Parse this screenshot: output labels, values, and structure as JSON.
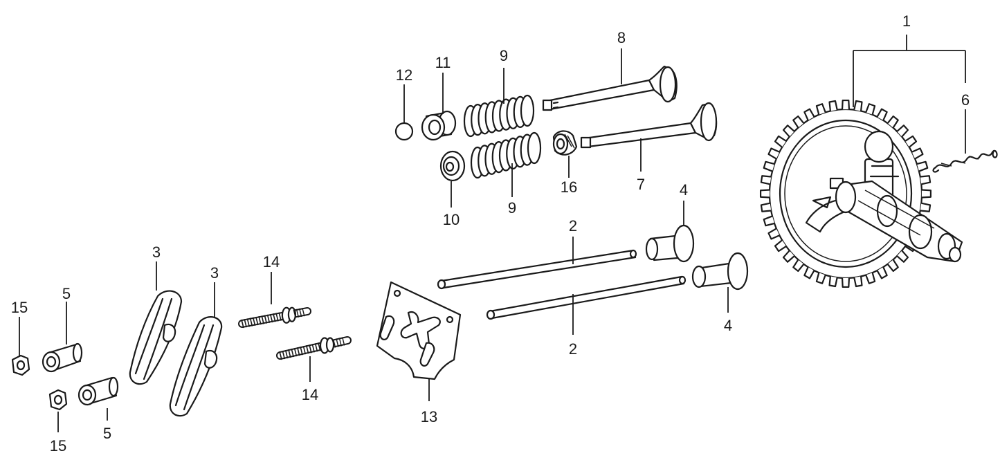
{
  "labels": {
    "camshaft": "1",
    "pushrod_upper": "2",
    "pushrod_lower": "2",
    "rocker_arm_left": "3",
    "rocker_arm_right": "3",
    "tappet_upper": "4",
    "tappet_lower": "4",
    "pivot_upper": "5",
    "pivot_lower": "5",
    "spring": "6",
    "intake_valve": "7",
    "exhaust_valve": "8",
    "valve_spring_upper": "9",
    "valve_spring_lower": "9",
    "retainer_lower": "10",
    "retainer_upper": "11",
    "cap": "12",
    "guide_plate": "13",
    "stud_upper": "14",
    "stud_lower": "14",
    "nut_upper": "15",
    "nut_lower": "15",
    "stem_seal": "16"
  }
}
